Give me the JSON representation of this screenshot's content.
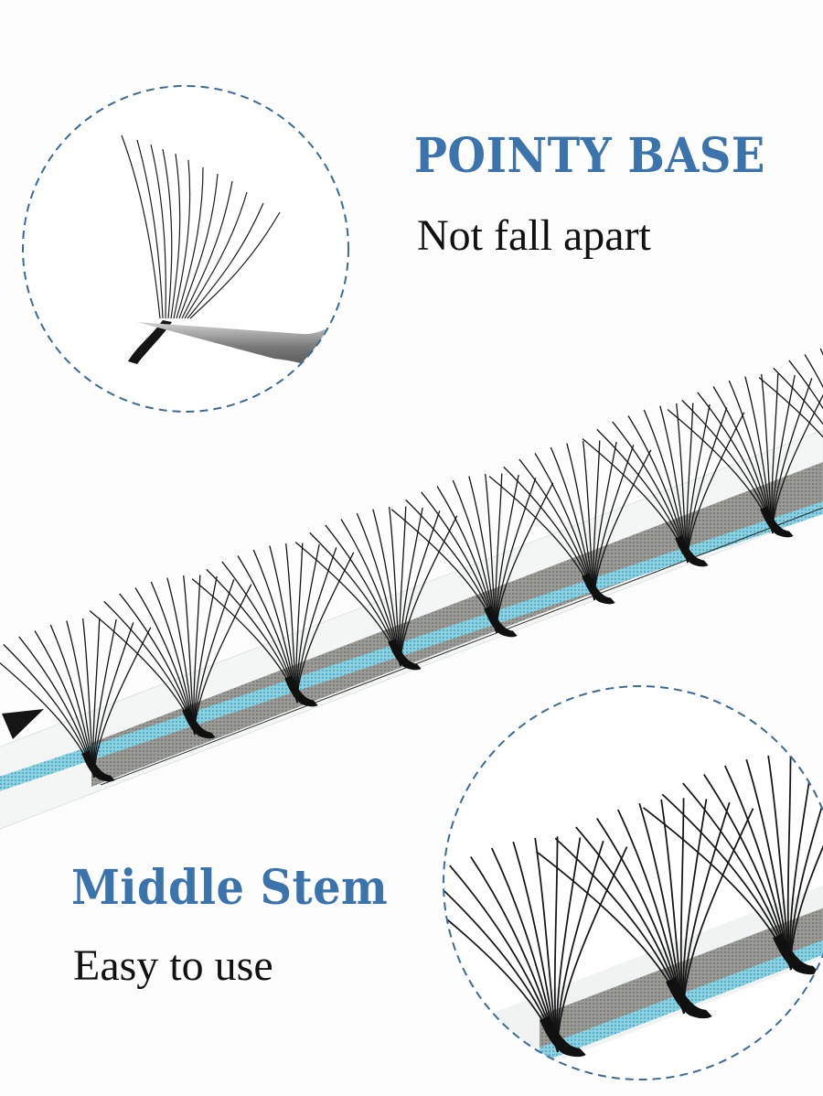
{
  "callouts": {
    "top": {
      "title": "POINTY BASE",
      "subtitle": "Not fall apart"
    },
    "bottom": {
      "title": "Middle Stem",
      "subtitle": "Easy to use"
    }
  },
  "images": {
    "top_circle": "lash-fan-held-by-tweezers",
    "center": "lash-strip-diagonal-fans",
    "bottom_circle": "lash-strip-closeup"
  },
  "colors": {
    "heading_blue": "#3b74ad",
    "text_black": "#111111",
    "dashed_circle": "#3d6a94",
    "strip_gray": "#8a8a86",
    "strip_blue": "#5bb8d4",
    "lash_black": "#141414"
  }
}
